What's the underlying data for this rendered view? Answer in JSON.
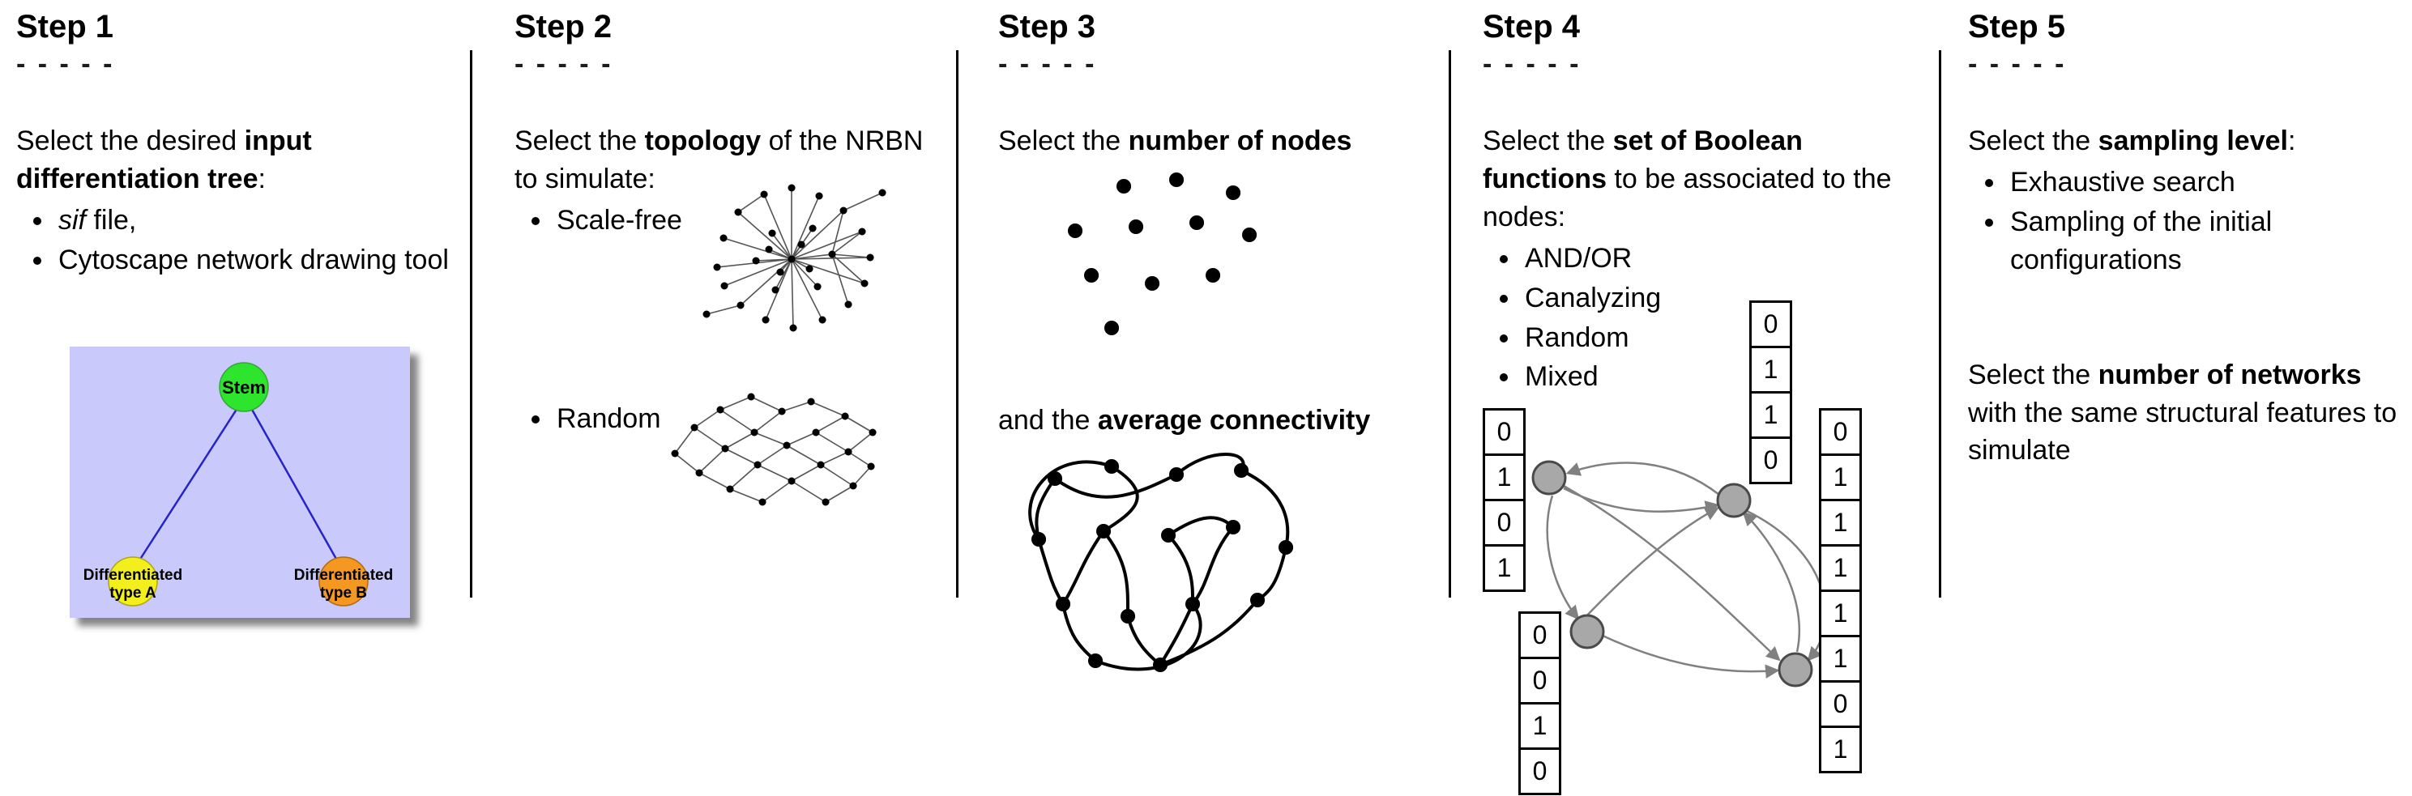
{
  "steps": [
    {
      "title": "Step 1",
      "dashes": "- - - - -",
      "intro": {
        "pre": "Select the desired ",
        "bold": "input differentiation tree",
        "post": ":"
      },
      "bullets": [
        {
          "italic": "sif",
          "text": " file,"
        },
        {
          "text": "Cytoscape network drawing tool"
        }
      ],
      "tree": {
        "bg_color": "#c9c9fb",
        "edge_color": "#2424c8",
        "stem_label": "Stem",
        "stem_color": "#2ce52c",
        "type_a_label_1": "Differentiated",
        "type_a_label_2": "type A",
        "type_a_color": "#f2ef1d",
        "type_b_label_1": "Differentiated",
        "type_b_label_2": "type B",
        "type_b_color": "#f59822"
      }
    },
    {
      "title": "Step 2",
      "dashes": "- - - - -",
      "intro": {
        "pre": "Select the ",
        "bold": "topology",
        "post": " of the NRBN to simulate:"
      },
      "bullets": [
        {
          "text": "Scale-free"
        },
        {
          "text": "Random"
        }
      ]
    },
    {
      "title": "Step 3",
      "dashes": "- - - - -",
      "intro": {
        "pre": "Select the ",
        "bold": "number of nodes",
        "post": ""
      },
      "second": {
        "pre": "and the ",
        "bold": "average connectivity",
        "post": ""
      }
    },
    {
      "title": "Step 4",
      "dashes": "- - - - -",
      "intro": {
        "pre": "Select the ",
        "bold": "set of Boolean functions",
        "post": " to be associated to the nodes:"
      },
      "bullets": [
        {
          "text": "AND/OR"
        },
        {
          "text": "Canalyzing"
        },
        {
          "text": "Random"
        },
        {
          "text": "Mixed"
        }
      ],
      "node_color": "#a8a8a8",
      "truth_tables": {
        "top": [
          "0",
          "1",
          "1",
          "0"
        ],
        "left": [
          "0",
          "1",
          "0",
          "1"
        ],
        "bottom": [
          "0",
          "0",
          "1",
          "0"
        ],
        "right": [
          "0",
          "1",
          "1",
          "1",
          "1",
          "1",
          "0",
          "1"
        ]
      }
    },
    {
      "title": "Step 5",
      "dashes": "- - - - -",
      "intro": {
        "pre": "Select the ",
        "bold": "sampling level",
        "post": ":"
      },
      "bullets": [
        {
          "text": "Exhaustive search"
        },
        {
          "text": "Sampling of the initial configurations"
        }
      ],
      "second": {
        "pre": "Select the ",
        "bold": "number of networks",
        "post": " with the same structural features to simulate"
      }
    }
  ]
}
